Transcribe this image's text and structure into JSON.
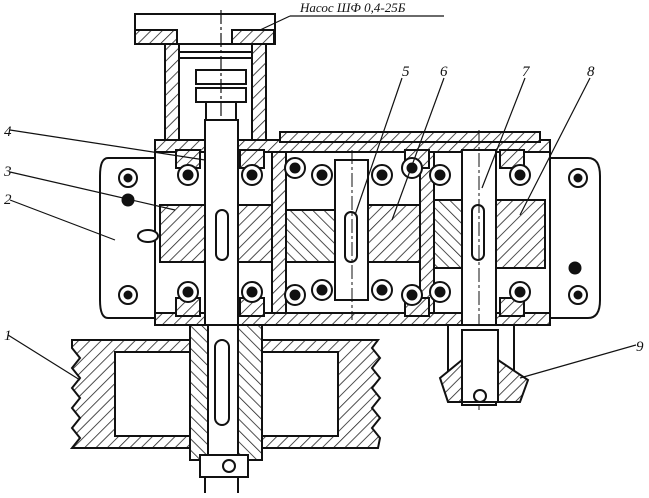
{
  "pump_label": "Насос ШФ 0,4-25Б",
  "callouts": {
    "n1": "1",
    "n2": "2",
    "n3": "3",
    "n4": "4",
    "n5": "5",
    "n6": "6",
    "n7": "7",
    "n8": "8",
    "n9": "9"
  }
}
